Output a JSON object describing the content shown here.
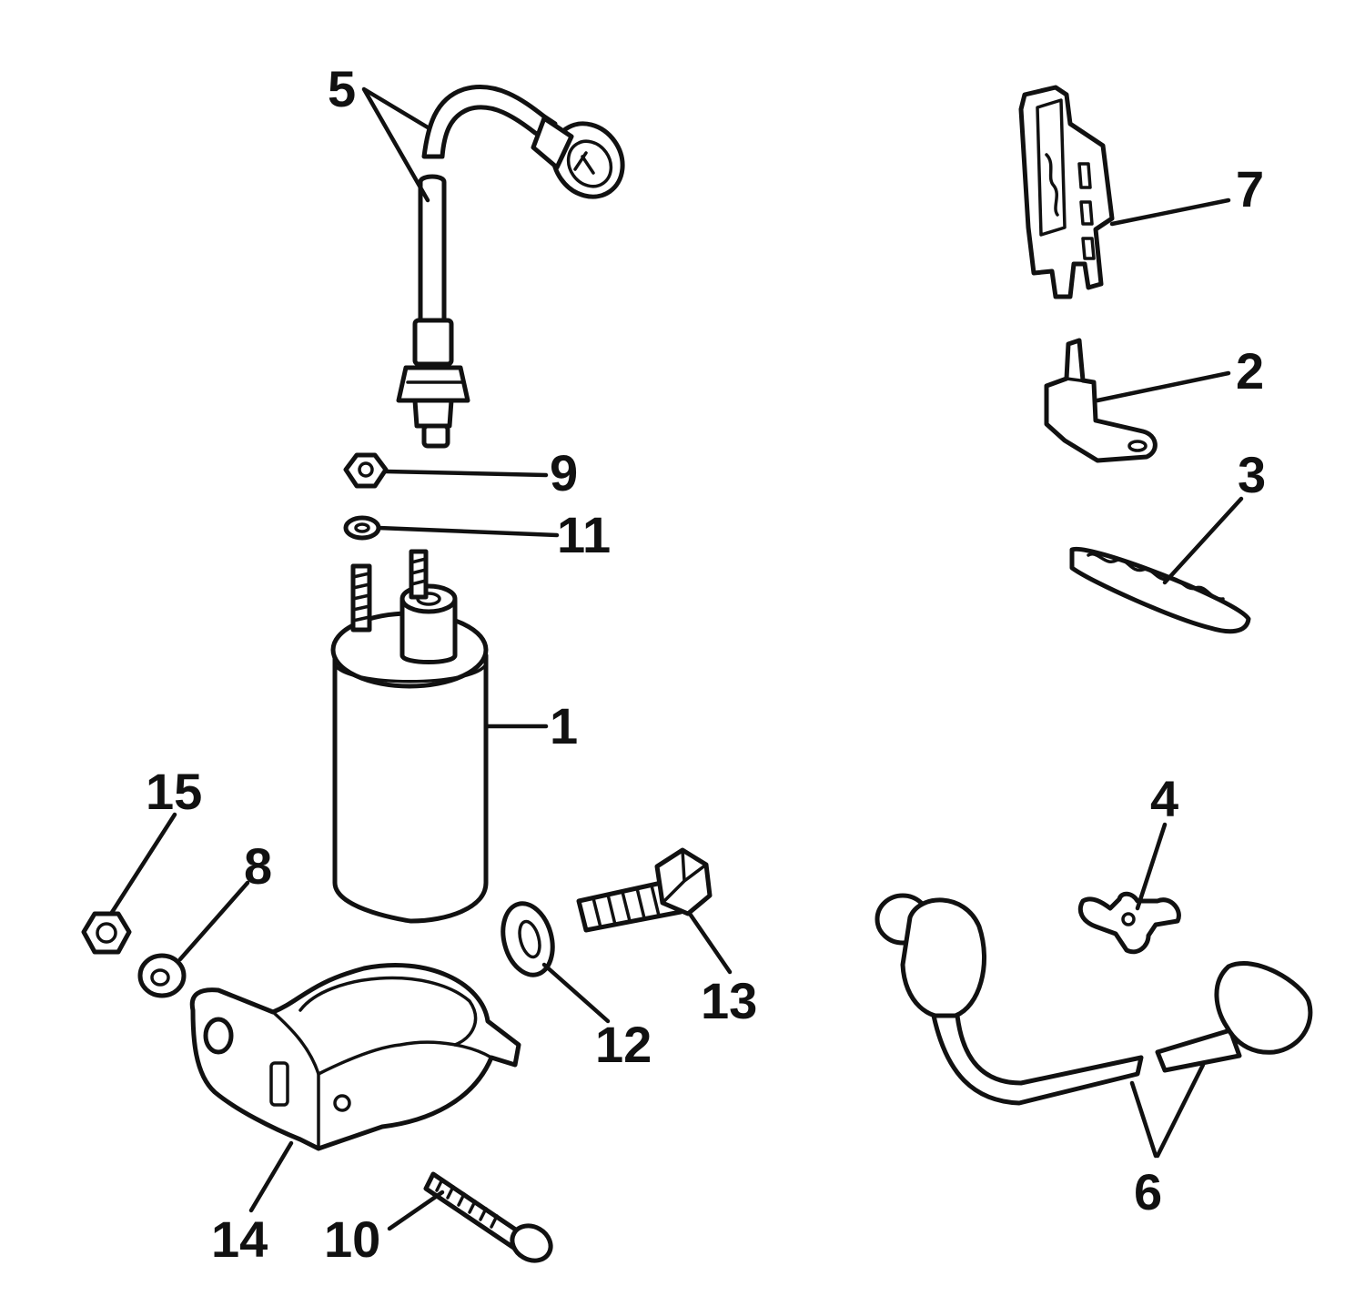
{
  "callouts": {
    "c1": "1",
    "c2": "2",
    "c3": "3",
    "c4": "4",
    "c5": "5",
    "c6": "6",
    "c7": "7",
    "c8": "8",
    "c9": "9",
    "c10": "10",
    "c11": "11",
    "c12": "12",
    "c13": "13",
    "c14": "14",
    "c15": "15"
  }
}
